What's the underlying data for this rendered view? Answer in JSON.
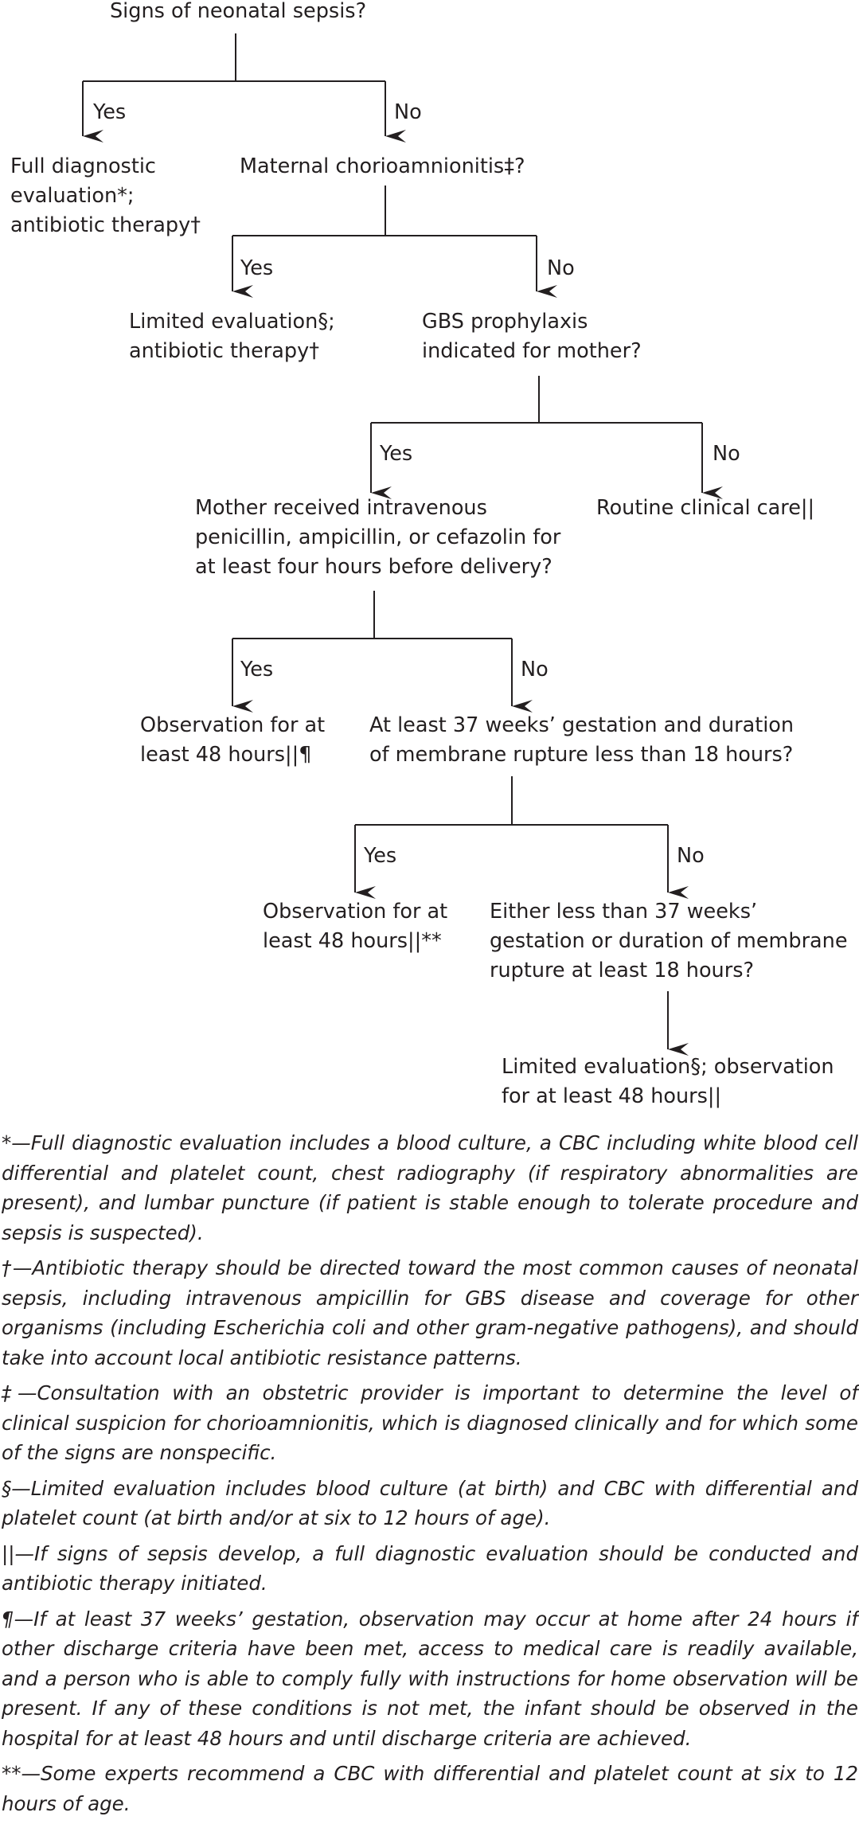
{
  "flowchart": {
    "q_sepsis": "Signs of neonatal sepsis?",
    "sepsis_yes": "Yes",
    "sepsis_no": "No",
    "full_eval": [
      "Full diagnostic",
      "evaluation*;",
      "antibiotic therapy†"
    ],
    "q_chorio": "Maternal chorioamnionitis‡?",
    "chorio_yes": "Yes",
    "chorio_no": "No",
    "limited_eval": [
      "Limited evaluation§;",
      "antibiotic therapy†"
    ],
    "q_gbs": [
      "GBS prophylaxis",
      "indicated for mother?"
    ],
    "gbs_yes": "Yes",
    "gbs_no": "No",
    "q_iv": [
      "Mother received intravenous",
      "penicillin, ampicillin, or cefazolin for",
      "at least four hours before delivery?"
    ],
    "routine_care": "Routine clinical care||",
    "iv_yes": "Yes",
    "iv_no": "No",
    "obs_48_a": [
      "Observation for at",
      "least 48 hours||¶"
    ],
    "q_37wk": [
      "At least 37 weeks’ gestation and duration",
      "of membrane rupture less than 18 hours?"
    ],
    "wk_yes": "Yes",
    "wk_no": "No",
    "obs_48_b": [
      "Observation for at",
      "least 48 hours||**"
    ],
    "either": [
      "Either less than 37 weeks’",
      "gestation or duration of membrane",
      "rupture at least 18 hours?"
    ],
    "final": [
      "Limited evaluation§; observation",
      "for at least 48 hours||"
    ]
  },
  "footnotes": [
    "*—Full diagnostic evaluation includes a blood culture, a CBC including white blood cell differential and platelet count, chest radiography (if respiratory abnormalities are present), and lumbar puncture (if patient is stable enough to tolerate procedure and sepsis is suspected).",
    "†—Antibiotic therapy should be directed toward the most common causes of neonatal sepsis, including intravenous ampicillin for GBS disease and coverage for other organisms (including Escherichia coli and other gram-negative pathogens), and should take into account local antibiotic resistance patterns.",
    "‡—Consultation with an obstetric provider is important to determine the level of clinical suspicion for chorioamnionitis, which is diagnosed clinically and for which some of the signs are nonspecific.",
    "§—Limited evaluation includes blood culture (at birth) and CBC with differential and platelet count (at birth and/or at six to 12 hours of age).",
    "||—If signs of sepsis develop, a full diagnostic evaluation should be conducted and antibiotic therapy initiated.",
    "¶—If at least 37 weeks’ gestation, observation may occur at home after 24 hours if other discharge criteria have been met, access to medical care is readily available, and a person who is able to comply fully with instructions for home observation will be present. If any of these conditions is not met, the infant should be observed in the hospital for at least 48 hours and until discharge criteria are achieved.",
    "**—Some experts recommend a CBC with differential and platelet count at six to 12 hours of age."
  ]
}
